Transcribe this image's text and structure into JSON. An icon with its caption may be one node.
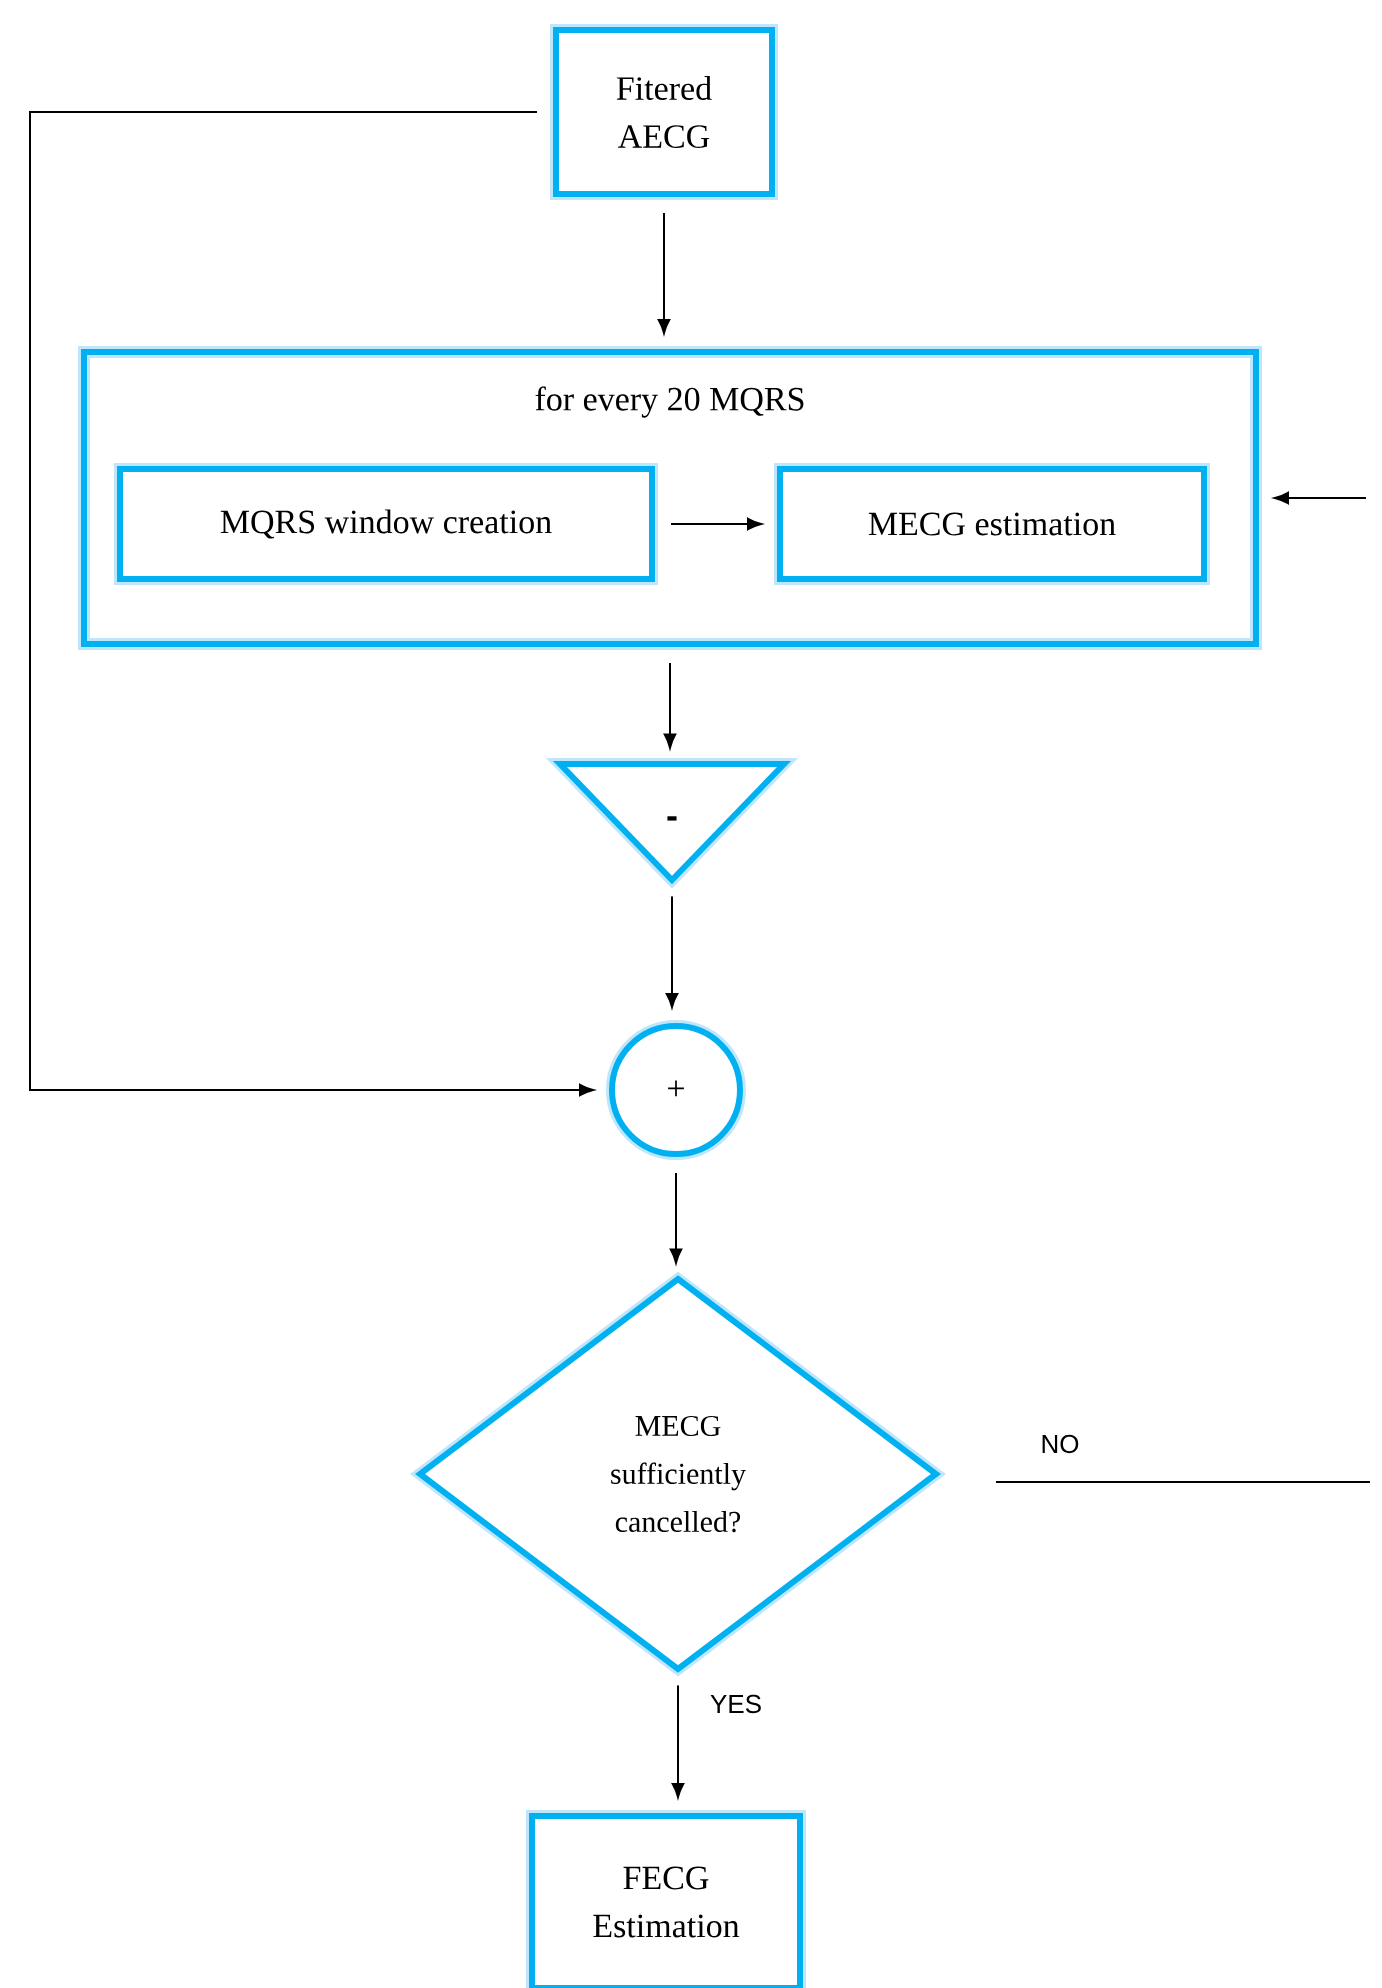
{
  "diagram": {
    "nodes": [
      {
        "text": [
          "Fitered AECG"
        ]
      },
      {
        "text": [
          "for every 20 MQRS"
        ]
      },
      {
        "text": [
          "MQRS window creation"
        ],
        "in": 1
      },
      {
        "text": [
          "MECG estimation"
        ],
        "in": 1
      },
      {
        "text": [
          "-"
        ]
      },
      {
        "text": [
          "+"
        ]
      },
      {
        "text": [
          "MECG sufficiently cancelled?"
        ]
      },
      {
        "text": [
          "FECG Estimation"
        ]
      }
    ],
    "edges": [
      {
        "from": 0,
        "to": 1,
        "arrow": "to"
      },
      {
        "from": 2,
        "to": 3,
        "arrow": "to"
      },
      {
        "from": 1,
        "to": 4,
        "arrow": "to"
      },
      {
        "from": 4,
        "to": 5,
        "arrow": "to"
      },
      {
        "from": 0,
        "to": 5,
        "arrow": "to"
      },
      {
        "from": 5,
        "to": 6,
        "arrow": "to"
      },
      {
        "from": 6,
        "to": null,
        "arrow": "none",
        "label": "NO"
      },
      {
        "from": null,
        "to": 1,
        "arrow": "to"
      },
      {
        "from": 6,
        "to": 7,
        "arrow": "to",
        "label": "YES"
      }
    ]
  }
}
